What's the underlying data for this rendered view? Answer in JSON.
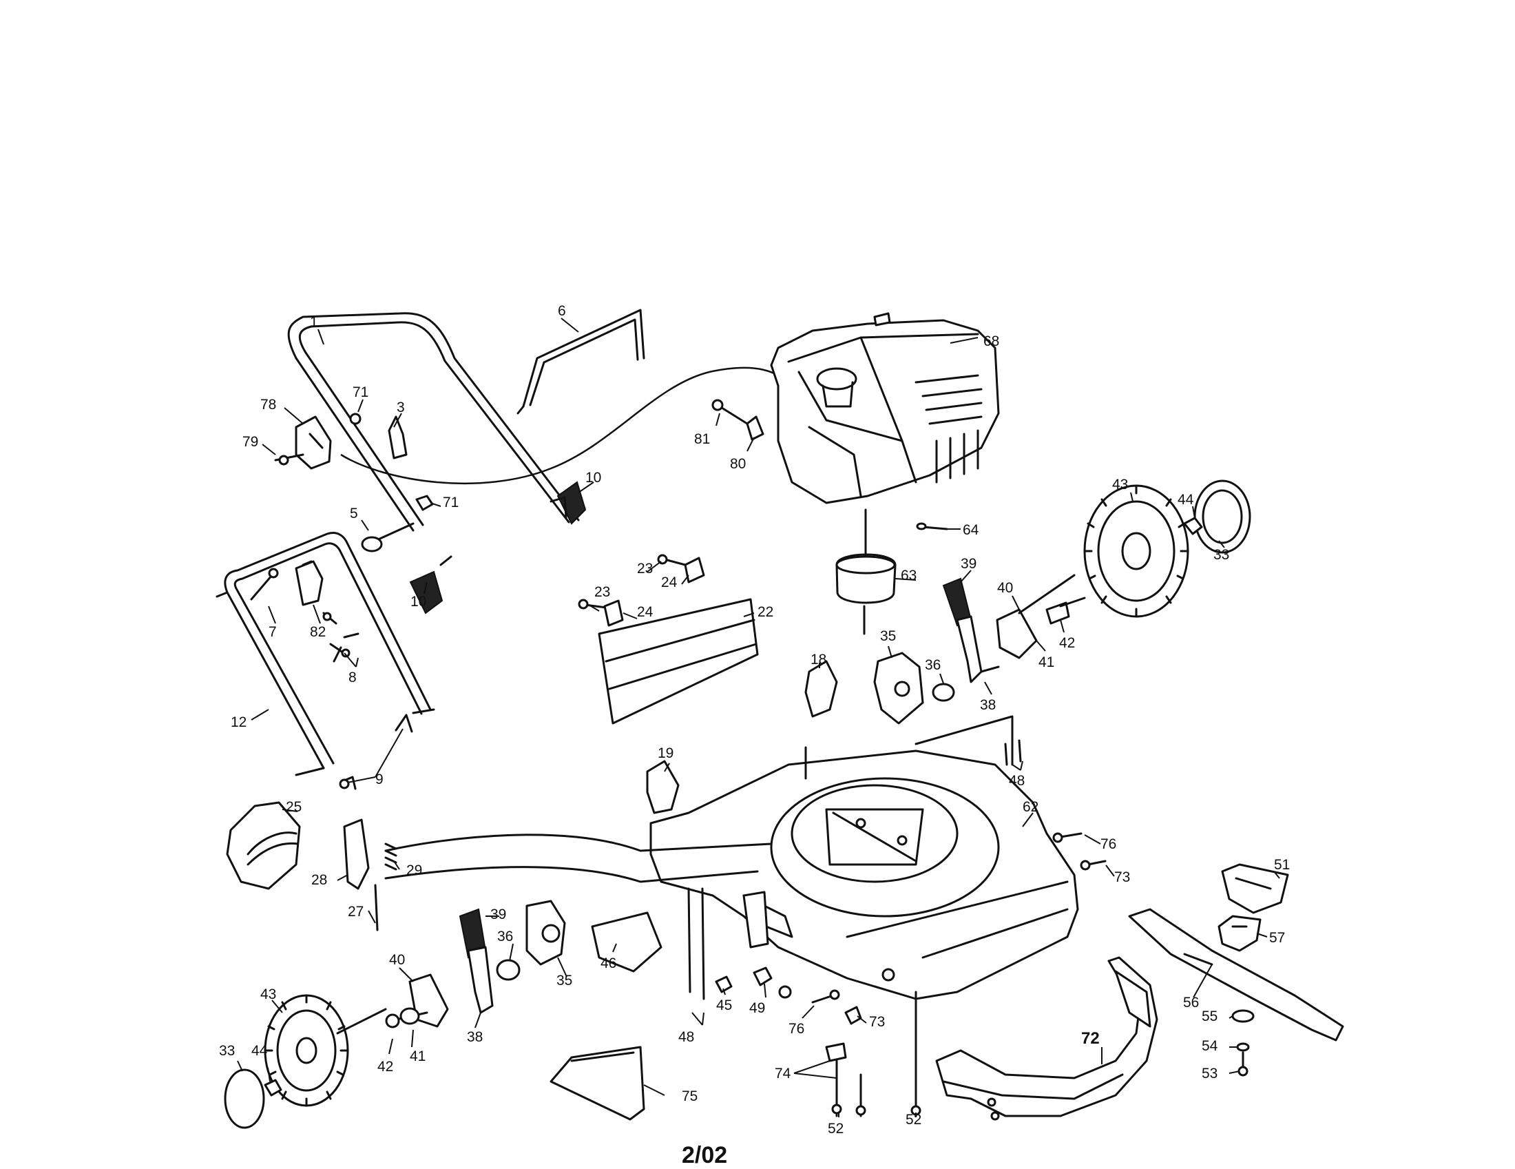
{
  "diagram": {
    "date_code": "2/02",
    "callouts": [
      {
        "id": "c1",
        "label": "1"
      },
      {
        "id": "c6",
        "label": "6"
      },
      {
        "id": "c68",
        "label": "68"
      },
      {
        "id": "c71a",
        "label": "71"
      },
      {
        "id": "c78",
        "label": "78"
      },
      {
        "id": "c3",
        "label": "3"
      },
      {
        "id": "c79",
        "label": "79"
      },
      {
        "id": "c81",
        "label": "81"
      },
      {
        "id": "c10a",
        "label": "10"
      },
      {
        "id": "c80",
        "label": "80"
      },
      {
        "id": "c5",
        "label": "5"
      },
      {
        "id": "c71b",
        "label": "71"
      },
      {
        "id": "c43a",
        "label": "43"
      },
      {
        "id": "c44a",
        "label": "44"
      },
      {
        "id": "c33a",
        "label": "33"
      },
      {
        "id": "c64",
        "label": "64"
      },
      {
        "id": "c10b",
        "label": "10"
      },
      {
        "id": "c23a",
        "label": "23"
      },
      {
        "id": "c24a",
        "label": "24"
      },
      {
        "id": "c63",
        "label": "63"
      },
      {
        "id": "c39a",
        "label": "39"
      },
      {
        "id": "c7",
        "label": "7"
      },
      {
        "id": "c82",
        "label": "82"
      },
      {
        "id": "c23b",
        "label": "23"
      },
      {
        "id": "c24b",
        "label": "24"
      },
      {
        "id": "c22",
        "label": "22"
      },
      {
        "id": "c40a",
        "label": "40"
      },
      {
        "id": "c42a",
        "label": "42"
      },
      {
        "id": "c35a",
        "label": "35"
      },
      {
        "id": "c41a",
        "label": "41"
      },
      {
        "id": "c8",
        "label": "8"
      },
      {
        "id": "c18",
        "label": "18"
      },
      {
        "id": "c36a",
        "label": "36"
      },
      {
        "id": "c38a",
        "label": "38"
      },
      {
        "id": "c12",
        "label": "12"
      },
      {
        "id": "c9",
        "label": "9"
      },
      {
        "id": "c19",
        "label": "19"
      },
      {
        "id": "c48a",
        "label": "48"
      },
      {
        "id": "c25",
        "label": "25"
      },
      {
        "id": "c62",
        "label": "62"
      },
      {
        "id": "c76a",
        "label": "76"
      },
      {
        "id": "c29",
        "label": "29"
      },
      {
        "id": "c28",
        "label": "28"
      },
      {
        "id": "c73a",
        "label": "73"
      },
      {
        "id": "c51",
        "label": "51"
      },
      {
        "id": "c27",
        "label": "27"
      },
      {
        "id": "c39b",
        "label": "39"
      },
      {
        "id": "c57",
        "label": "57"
      },
      {
        "id": "c36b",
        "label": "36"
      },
      {
        "id": "c46",
        "label": "46"
      },
      {
        "id": "c40b",
        "label": "40"
      },
      {
        "id": "c35b",
        "label": "35"
      },
      {
        "id": "c45",
        "label": "45"
      },
      {
        "id": "c56",
        "label": "56"
      },
      {
        "id": "c43b",
        "label": "43"
      },
      {
        "id": "c49",
        "label": "49"
      },
      {
        "id": "c55",
        "label": "55"
      },
      {
        "id": "c76b",
        "label": "76"
      },
      {
        "id": "c73b",
        "label": "73"
      },
      {
        "id": "c72",
        "label": "72"
      },
      {
        "id": "c54",
        "label": "54"
      },
      {
        "id": "c33b",
        "label": "33"
      },
      {
        "id": "c44b",
        "label": "44"
      },
      {
        "id": "c41b",
        "label": "41"
      },
      {
        "id": "c38b",
        "label": "38"
      },
      {
        "id": "c48b",
        "label": "48"
      },
      {
        "id": "c42b",
        "label": "42"
      },
      {
        "id": "c74",
        "label": "74"
      },
      {
        "id": "c53",
        "label": "53"
      },
      {
        "id": "c75",
        "label": "75"
      },
      {
        "id": "c52a",
        "label": "52"
      },
      {
        "id": "c52b",
        "label": "52"
      }
    ]
  }
}
